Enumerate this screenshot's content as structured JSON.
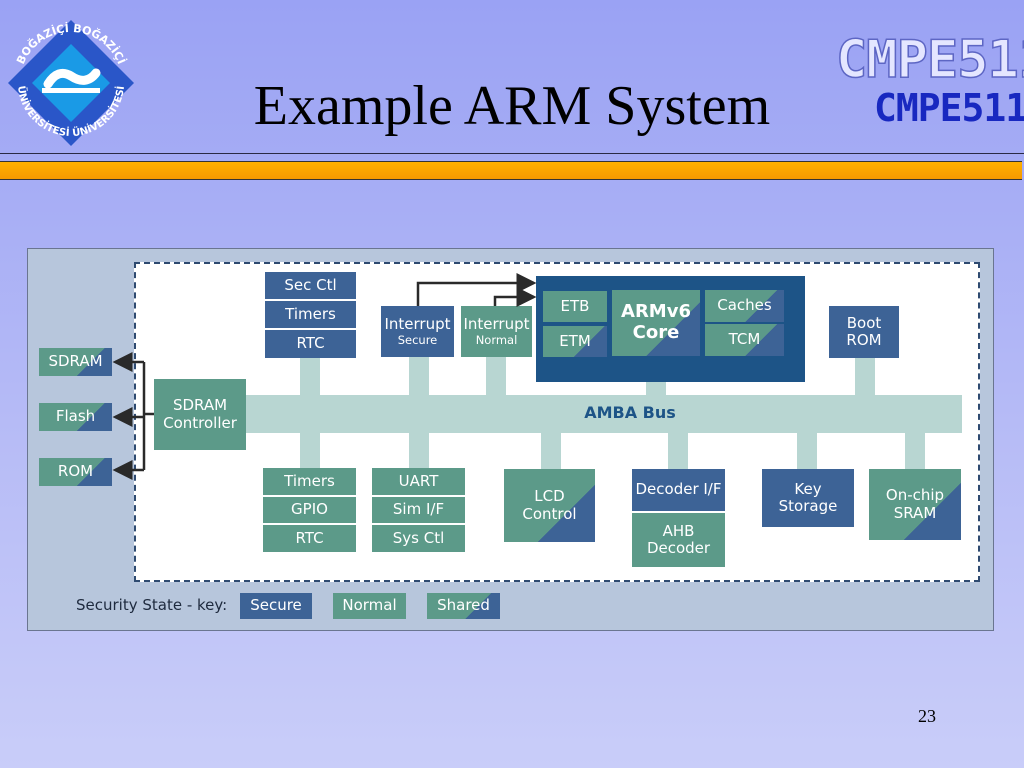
{
  "slide": {
    "title": "Example ARM System",
    "brand": "CMPE511",
    "page_number": "23"
  },
  "logo": {
    "text": "BOĞAZİÇİ ÜNİVERSİTESİ",
    "colors": {
      "ring": "#2a56c8",
      "inner": "#1a9ae6",
      "text": "#ffffff"
    }
  },
  "diagram": {
    "bus_label": "AMBA Bus",
    "core": {
      "label_line1": "ARMv6",
      "label_line2": "Core",
      "etb": "ETB",
      "etm": "ETM",
      "caches": "Caches",
      "tcm": "TCM"
    },
    "sec_stack": [
      "Sec Ctl",
      "Timers",
      "RTC"
    ],
    "interrupt_secure": {
      "title": "Interrupt",
      "sub": "Secure"
    },
    "interrupt_normal": {
      "title": "Interrupt",
      "sub": "Normal"
    },
    "boot_rom": {
      "line1": "Boot",
      "line2": "ROM"
    },
    "memories": [
      "SDRAM",
      "Flash",
      "ROM"
    ],
    "sdram_controller": {
      "line1": "SDRAM",
      "line2": "Controller"
    },
    "bottom_stack_1": [
      "Timers",
      "GPIO",
      "RTC"
    ],
    "bottom_stack_2": [
      "UART",
      "Sim I/F",
      "Sys Ctl"
    ],
    "lcd_control": {
      "line1": "LCD",
      "line2": "Control"
    },
    "decoder_if": "Decoder I/F",
    "ahb_decoder": {
      "line1": "AHB",
      "line2": "Decoder"
    },
    "key_storage": {
      "line1": "Key",
      "line2": "Storage"
    },
    "onchip_sram": {
      "line1": "On-chip",
      "line2": "SRAM"
    },
    "legend": {
      "label": "Security State - key:",
      "secure": "Secure",
      "normal": "Normal",
      "shared": "Shared"
    },
    "colors": {
      "secure": "#3d6396",
      "normal": "#5c9a89",
      "core": "#1d5487",
      "bus": "#b8d6d2",
      "background": "#b7c6dc"
    }
  }
}
